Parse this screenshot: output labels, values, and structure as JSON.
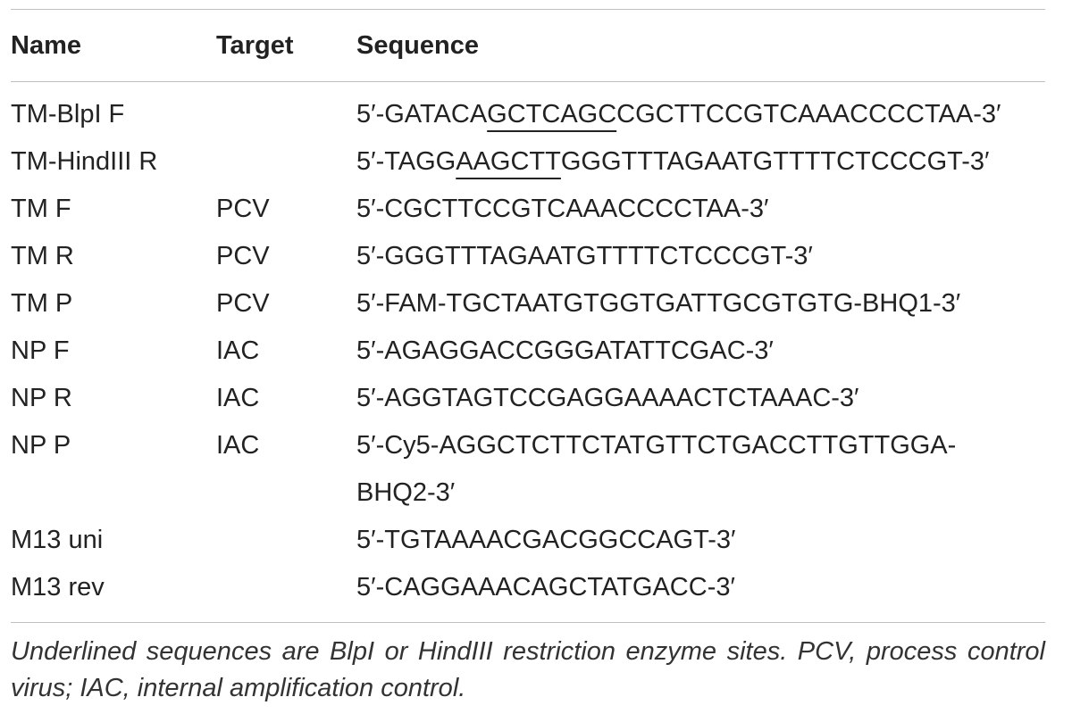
{
  "table": {
    "headers": {
      "name": "Name",
      "target": "Target",
      "sequence": "Sequence"
    },
    "rows": [
      {
        "name": "TM-BlpI F",
        "target": "",
        "seq_pre": "5′-GATACA",
        "seq_ul": "GCTCAGC",
        "seq_post": "CGCTTCCGTCAAACCCCTAA-3′"
      },
      {
        "name": "TM-HindIII R",
        "target": "",
        "seq_pre": "5′-TAGG",
        "seq_ul": "AAGCTT",
        "seq_post": "GGGTTTAGAATGTTTTCTCCCGT-3′"
      },
      {
        "name": "TM F",
        "target": "PCV",
        "seq_pre": "5′-CGCTTCCGTCAAACCCCTAA-3′",
        "seq_ul": "",
        "seq_post": ""
      },
      {
        "name": "TM R",
        "target": "PCV",
        "seq_pre": "5′-GGGTTTAGAATGTTTTCTCCCGT-3′",
        "seq_ul": "",
        "seq_post": ""
      },
      {
        "name": "TM P",
        "target": "PCV",
        "seq_pre": "5′-FAM-TGCTAATGTGGTGATTGCGTGTG-BHQ1-3′",
        "seq_ul": "",
        "seq_post": ""
      },
      {
        "name": "NP F",
        "target": "IAC",
        "seq_pre": "5′-AGAGGACCGGGATATTCGAC-3′",
        "seq_ul": "",
        "seq_post": ""
      },
      {
        "name": "NP R",
        "target": "IAC",
        "seq_pre": "5′-AGGTAGTCCGAGGAAAACTCTAAAC-3′",
        "seq_ul": "",
        "seq_post": ""
      },
      {
        "name": "NP P",
        "target": "IAC",
        "seq_pre": "5′-Cy5-AGGCTCTTCTATGTTCTGACCTTGTTGGA-BHQ2-3′",
        "seq_ul": "",
        "seq_post": ""
      },
      {
        "name": "M13 uni",
        "target": "",
        "seq_pre": "5′-TGTAAAACGACGGCCAGT-3′",
        "seq_ul": "",
        "seq_post": ""
      },
      {
        "name": "M13 rev",
        "target": "",
        "seq_pre": "5′-CAGGAAACAGCTATGACC-3′",
        "seq_ul": "",
        "seq_post": ""
      }
    ]
  },
  "footnote": "Underlined sequences are BlpI or HindIII restriction enzyme sites. PCV, process control virus; IAC, internal amplification control."
}
